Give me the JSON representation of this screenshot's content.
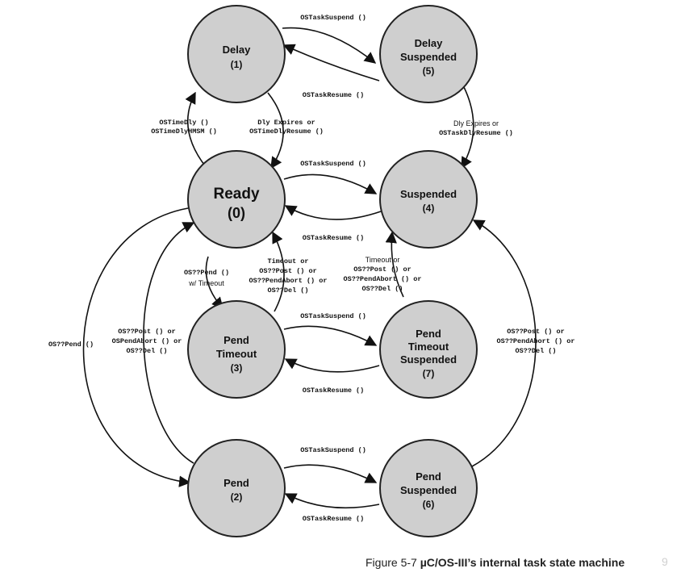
{
  "states": {
    "delay": {
      "name": "Delay",
      "num": "(1)"
    },
    "delay_suspended": {
      "name1": "Delay",
      "name2": "Suspended",
      "num": "(5)"
    },
    "ready": {
      "name": "Ready",
      "num": "(0)"
    },
    "suspended": {
      "name": "Suspended",
      "num": "(4)"
    },
    "pend_timeout": {
      "name1": "Pend",
      "name2": "Timeout",
      "num": "(3)"
    },
    "pend_timeout_suspended": {
      "name1": "Pend",
      "name2": "Timeout",
      "name3": "Suspended",
      "num": "(7)"
    },
    "pend": {
      "name": "Pend",
      "num": "(2)"
    },
    "pend_suspended": {
      "name1": "Pend",
      "name2": "Suspended",
      "num": "(6)"
    }
  },
  "labels": {
    "suspend": "OSTaskSuspend ()",
    "resume": "OSTaskResume ()",
    "timedly_1": "OSTimeDly ()",
    "timedly_2": "OSTimeDlyHMSM ()",
    "dly_expires_1": "Dly Expires or",
    "dly_expires_2": "OSTimeDlyResume ()",
    "dly_expires_right_1": "Dly Expires or",
    "dly_expires_right_2": "OSTaskDlyResume ()",
    "pend_wt_1": "OS??Pend ()",
    "pend_wt_2": "w/ Timeout",
    "timeout_1": "Timeout or",
    "timeout_2": "OS??Post () or",
    "timeout_3": "OS??PendAbort () or",
    "timeout_4": "OS??Del ()",
    "timeout_r_1": "Timeout or",
    "timeout_r_2": "OS??Post () or",
    "timeout_r_3": "OS??PendAbort () or",
    "timeout_r_4": "OS??Del ()",
    "ospend": "OS??Pend ()",
    "post_left_1": "OS??Post () or",
    "post_left_2": "OSPendAbort () or",
    "post_left_3": "OS??Del ()",
    "post_right_1": "OS??Post () or",
    "post_right_2": "OS??PendAbort () or",
    "post_right_3": "OS??Del ()"
  },
  "caption": {
    "prefix": "Figure 5-7 ",
    "title": "µC/OS-III’s internal task state machine"
  },
  "watermark": "9"
}
